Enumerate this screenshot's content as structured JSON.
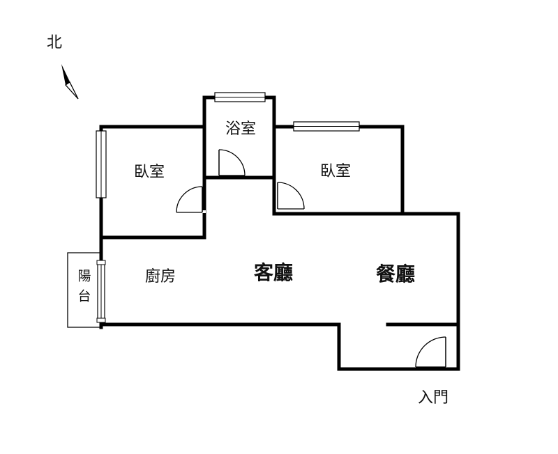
{
  "compass": {
    "north_label": "北"
  },
  "rooms": {
    "bedroom_west": "臥室",
    "bathroom": "浴室",
    "bedroom_east": "臥室",
    "kitchen": "廚房",
    "living_room": "客廳",
    "dining_room": "餐廳",
    "balcony_line1": "陽",
    "balcony_line2": "台"
  },
  "entrance": {
    "label": "入門"
  },
  "colors": {
    "walls": "#000000",
    "text": "#111111",
    "background": "#ffffff"
  }
}
